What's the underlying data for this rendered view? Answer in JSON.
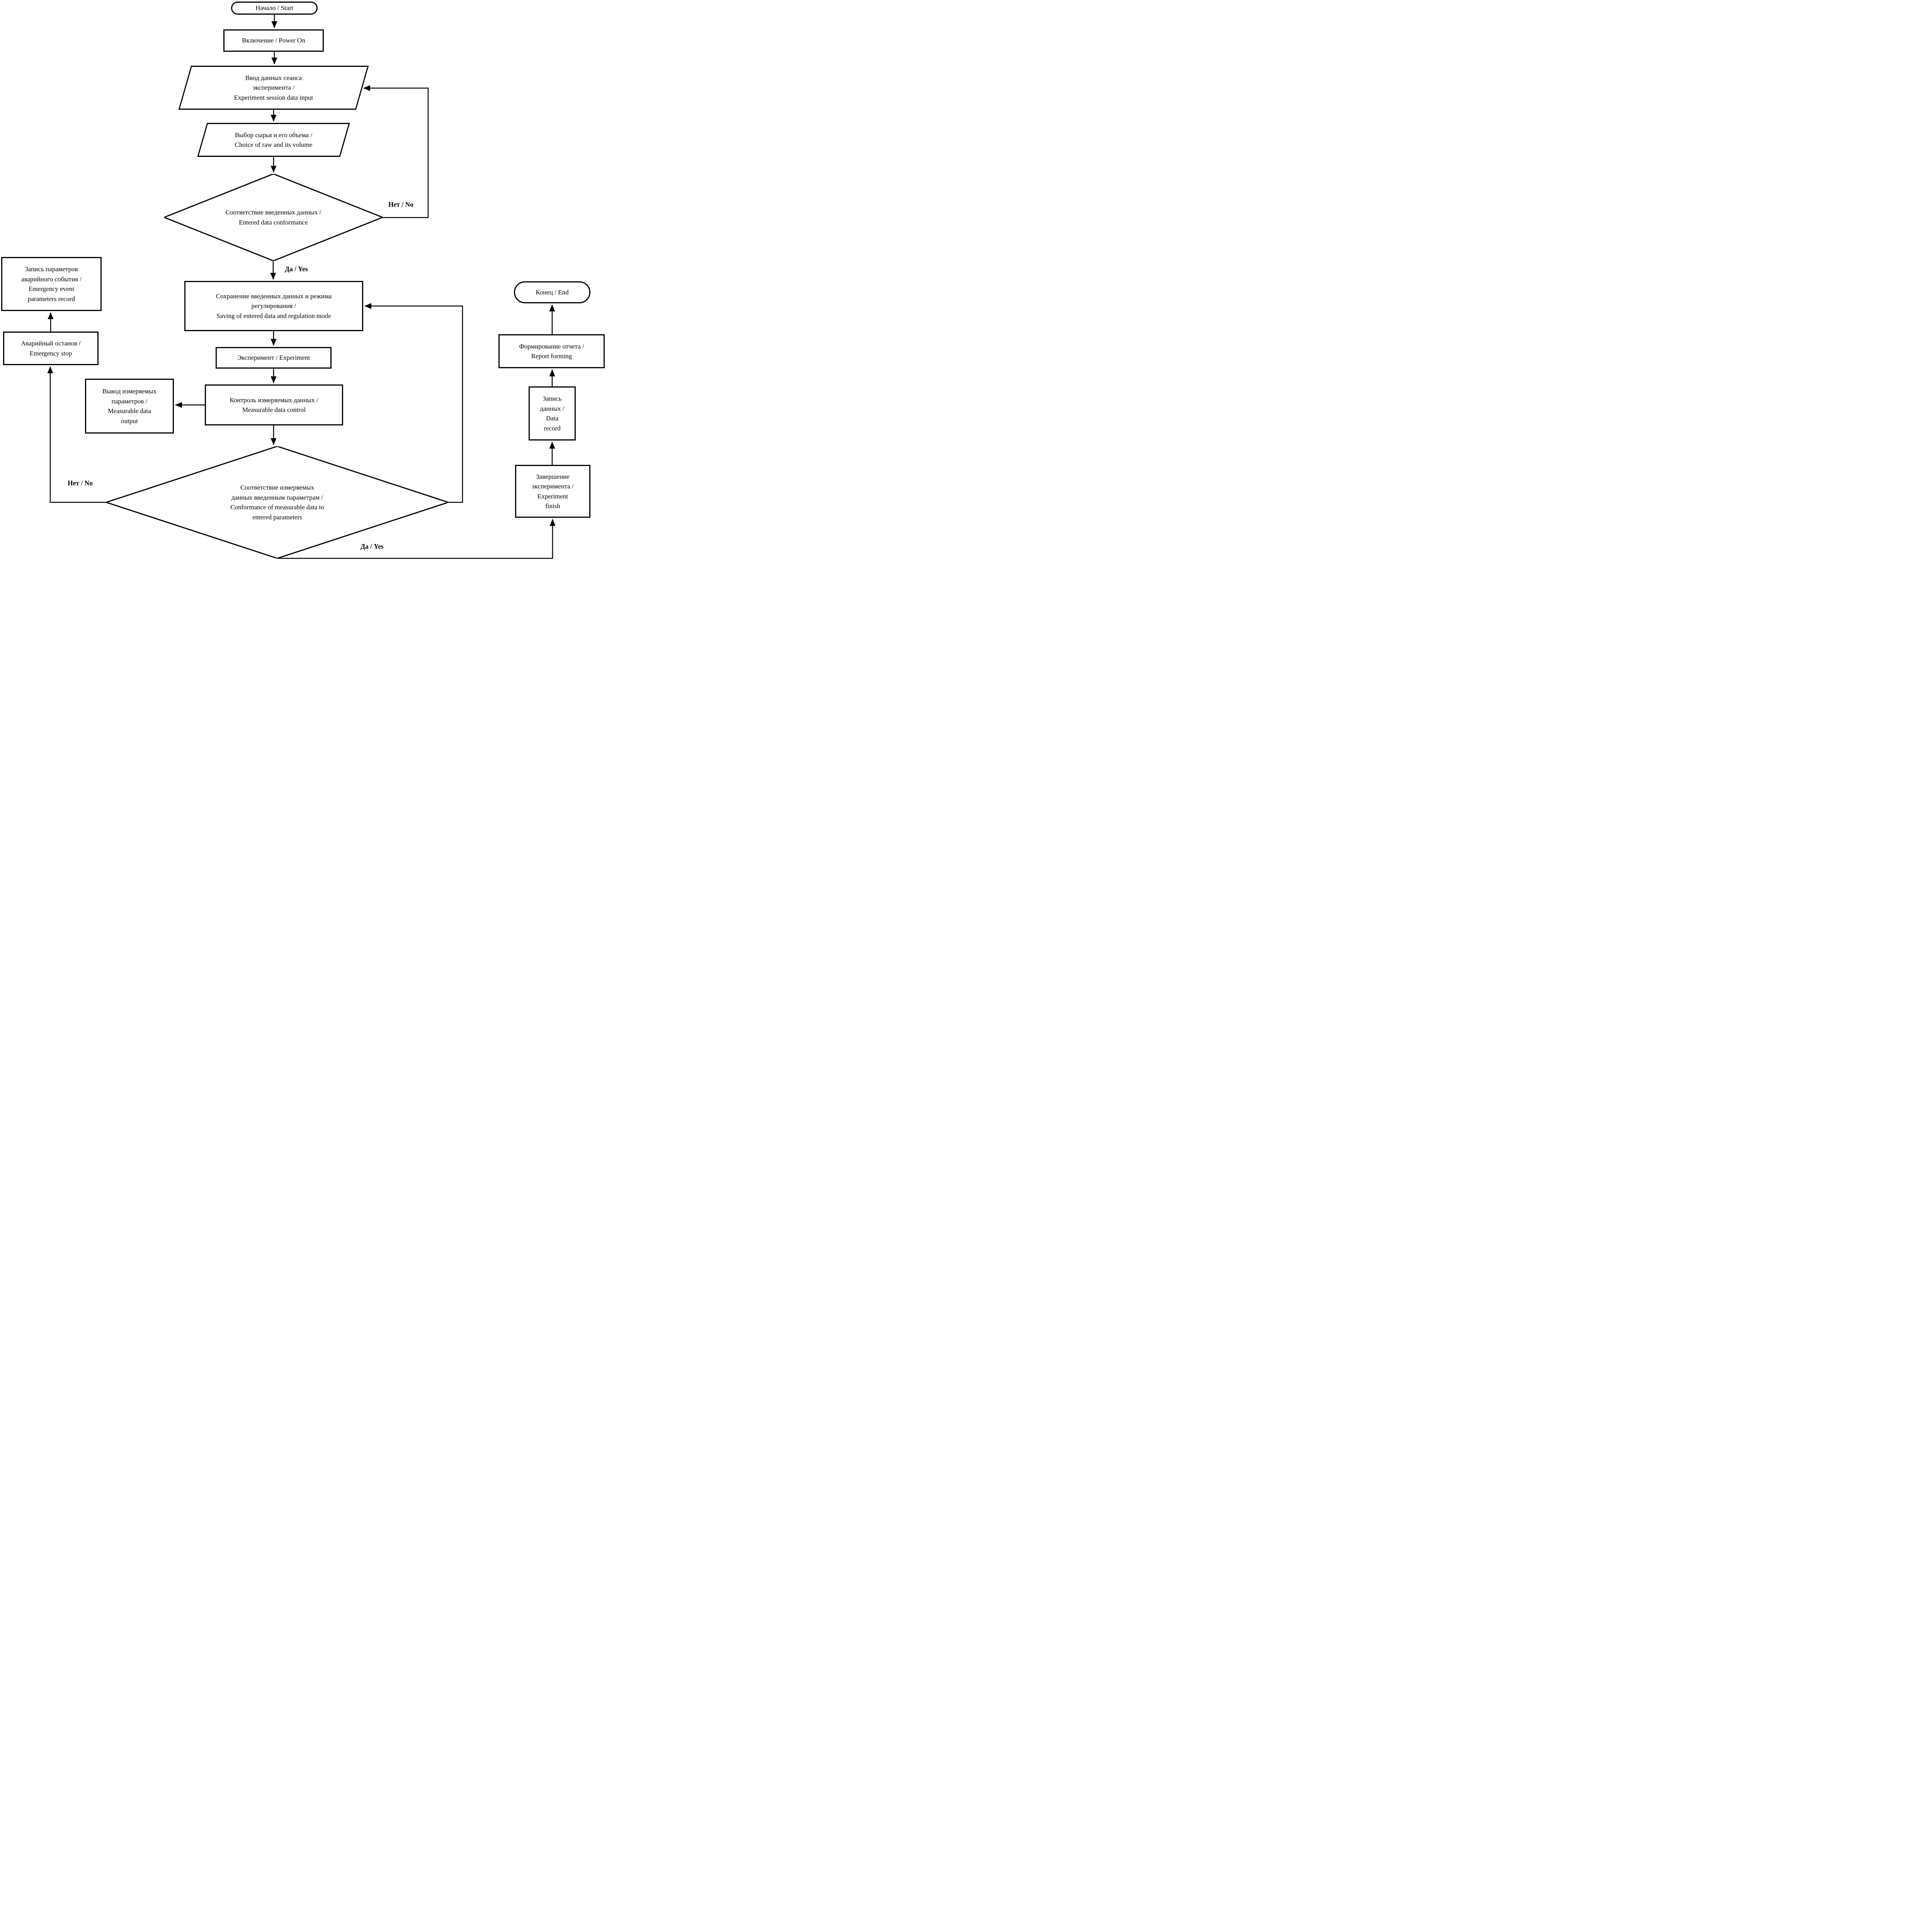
{
  "diagram": {
    "nodes": {
      "start": {
        "label": "Начало / Start"
      },
      "power_on": {
        "label": "Включение / Power On"
      },
      "session_input": {
        "label": "Ввод данных сеанса\nэксперимента /\nExperiment session data input"
      },
      "raw_choice": {
        "label": "Выбор сырья и его объема /\nChoice of raw and its volume"
      },
      "entered_conformance": {
        "label": "Соответствие введенных данных /\nEntered data conformance"
      },
      "saving": {
        "label": "Сохранение введенных данных и режима\nрегулирования /\nSaving of entered data and regulation mode"
      },
      "experiment": {
        "label": "Эксперимент / Experiment"
      },
      "measurable_control": {
        "label": "Контроль измеряемых данных /\nMeasurable data control"
      },
      "measurable_output": {
        "label": "Вывод измеряемых\nпараметров /\nMeasurable data\noutput"
      },
      "measured_conformance": {
        "label": "Соответствие измеряемых\nданных введенным параметрам /\nConformance of measurable data to\nentered parameters"
      },
      "emergency_stop": {
        "label": "Аварийный останов /\nEmergency stop"
      },
      "emergency_record": {
        "label": "Запись параметров\nаварийного события /\nEmergency event\nparameters record"
      },
      "experiment_finish": {
        "label": "Завершение\nэксперимента /\nExperiment\nfinish"
      },
      "data_record": {
        "label": "Запись\nданных /\nData\nrecord"
      },
      "report_forming": {
        "label": "Формирование отчета /\nReport forming"
      },
      "end": {
        "label": "Конец / End"
      }
    },
    "edge_labels": {
      "d1_no": "Нет / No",
      "d1_yes": "Да / Yes",
      "d2_no": "Нет / No",
      "d2_yes": "Да / Yes"
    },
    "colors": {
      "line": "#000000",
      "background": "#ffffff"
    }
  }
}
